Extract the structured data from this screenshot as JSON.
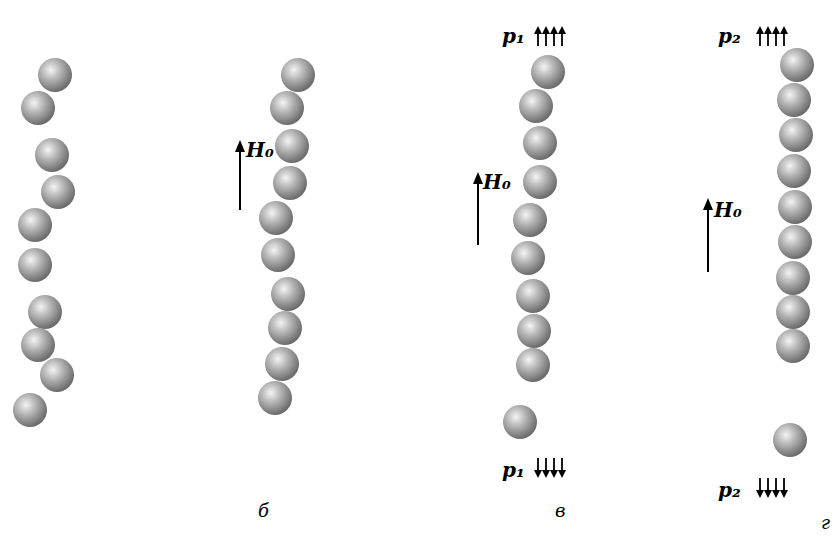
{
  "diagram": {
    "labels": [
      "p₁",
      "p₁",
      "p₂",
      "p₂",
      "H₀",
      "H₀",
      "H₀",
      "б",
      "в",
      "г"
    ]
  }
}
